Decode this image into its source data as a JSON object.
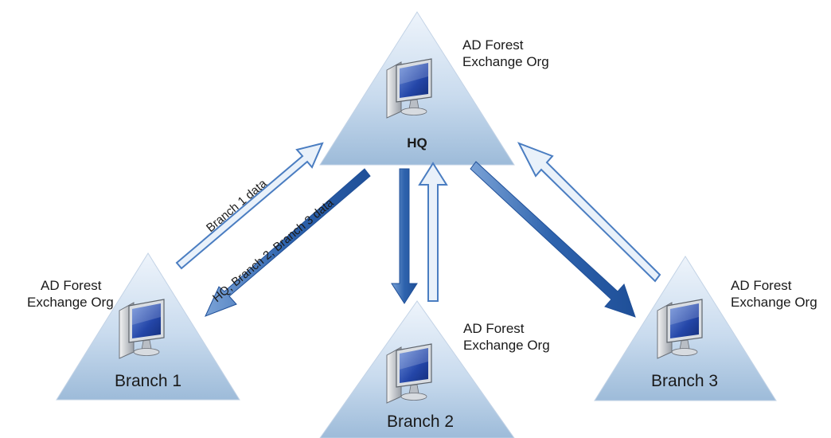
{
  "sites": {
    "hq": {
      "name": "HQ",
      "org_line1": "AD Forest",
      "org_line2": "Exchange Org"
    },
    "branch1": {
      "name": "Branch 1",
      "org_line1": "AD Forest",
      "org_line2": "Exchange Org"
    },
    "branch2": {
      "name": "Branch 2",
      "org_line1": "AD Forest",
      "org_line2": "Exchange Org"
    },
    "branch3": {
      "name": "Branch 3",
      "org_line1": "AD Forest",
      "org_line2": "Exchange Org"
    }
  },
  "arrow_labels": {
    "branch1_up": "Branch 1 data",
    "branch1_down": "HQ, Branch 2, Branch 3 data"
  },
  "icons": {
    "site": "computer-monitor-icon"
  },
  "colors": {
    "solid_arrow": "#2e63ad",
    "hollow_arrow_fill": "#e9f1fa",
    "hollow_arrow_stroke": "#4a7dc1",
    "triangle_top": "#eef4fb",
    "triangle_bottom": "#9dbbd9"
  }
}
